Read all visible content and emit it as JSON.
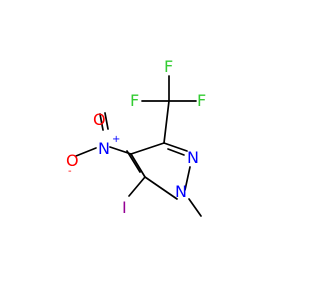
{
  "molecule": {
    "atoms": {
      "f_top": "F",
      "f_left": "F",
      "f_right": "F",
      "n_nitro": "N",
      "plus_charge": "+",
      "o_top": "O",
      "o_minus": "O",
      "minus_charge": "-",
      "n_ring_top": "N",
      "n_ring_bottom": "N",
      "iodine": "I"
    },
    "colors": {
      "bond": "#000000",
      "fluorine": "#33cc33",
      "nitrogen": "#0000ff",
      "oxygen": "#ff0000",
      "iodine": "#940094"
    }
  }
}
